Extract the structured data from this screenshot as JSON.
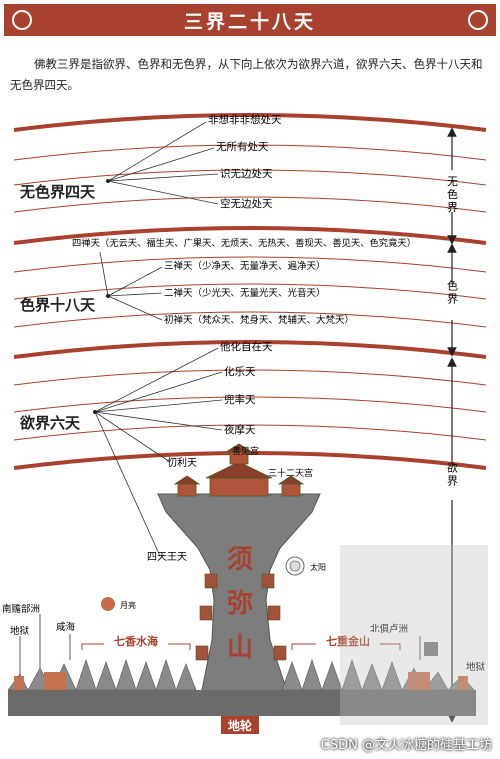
{
  "header": {
    "title": "三界二十八天"
  },
  "intro": "佛教三界是指欲界、色界和无色界，从下向上依次为欲界六道，欲界六天、色界十八天和无色界四天。",
  "realms": {
    "formless": {
      "label": "无色界四天",
      "side": "无色界",
      "heavens": [
        "非想非非想处天",
        "无所有处天",
        "识无边处天",
        "空无边处天"
      ]
    },
    "form": {
      "label": "色界十八天",
      "side": "色界",
      "heavens": [
        "四禅天（无云天、福生天、广果天、无烦天、无热天、善现天、善见天、色究竟天）",
        "三禅天（少净天、无量净天、遍净天）",
        "二禅天（少光天、无量光天、光音天）",
        "初禅天（梵众天、梵身天、梵辅天、大梵天）"
      ]
    },
    "desire": {
      "label": "欲界六天",
      "side": "欲界",
      "heavens": [
        "他化自在天",
        "化乐天",
        "兜率天",
        "夜摩天",
        "忉利天",
        "四天王天"
      ]
    }
  },
  "mountain": {
    "name": [
      "须",
      "弥",
      "山"
    ],
    "palace": "善见宫",
    "palaces32": "三十二天宫",
    "sun": "太阳",
    "moon": "月亮",
    "south_continent": "南赡部洲",
    "north_continent": "北俱卢洲",
    "salt_sea": "咸海",
    "hell_left": "地狱",
    "hell_right": "地狱",
    "seven_fragrant_seas": "七香水海",
    "seven_golden_mountains": "七重金山",
    "ground_wheel": "地轮"
  },
  "watermark": "CSDN @文火冰糖的硅基工坊",
  "colors": {
    "banner": "#a8412d",
    "arc": "#a8412d",
    "mountain": "#7d7d7d",
    "label_red": "#a8412d"
  }
}
